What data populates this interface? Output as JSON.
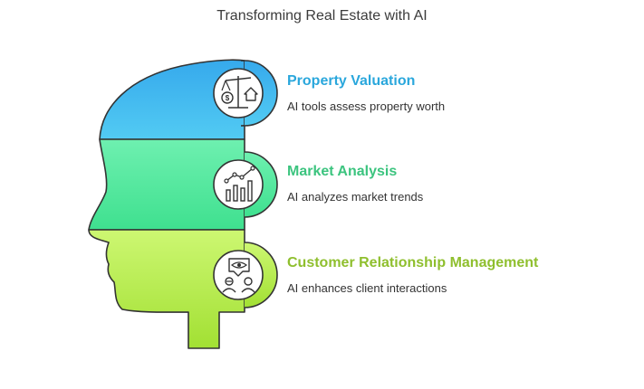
{
  "title": "Transforming Real Estate with AI",
  "items": [
    {
      "heading": "Property Valuation",
      "description": "AI tools assess property worth",
      "color": "#2aa7dc",
      "fill": "#3eb8ef",
      "icon": "scale-dollar-house-icon"
    },
    {
      "heading": "Market Analysis",
      "description": "AI analyzes market trends",
      "color": "#3cc47f",
      "fill": "#4fe39b",
      "icon": "trend-chart-icon"
    },
    {
      "heading": "Customer Relationship Management",
      "description": "AI enhances client interactions",
      "color": "#8fbf2e",
      "fill": "#b8ec54",
      "icon": "eye-people-icon"
    }
  ]
}
